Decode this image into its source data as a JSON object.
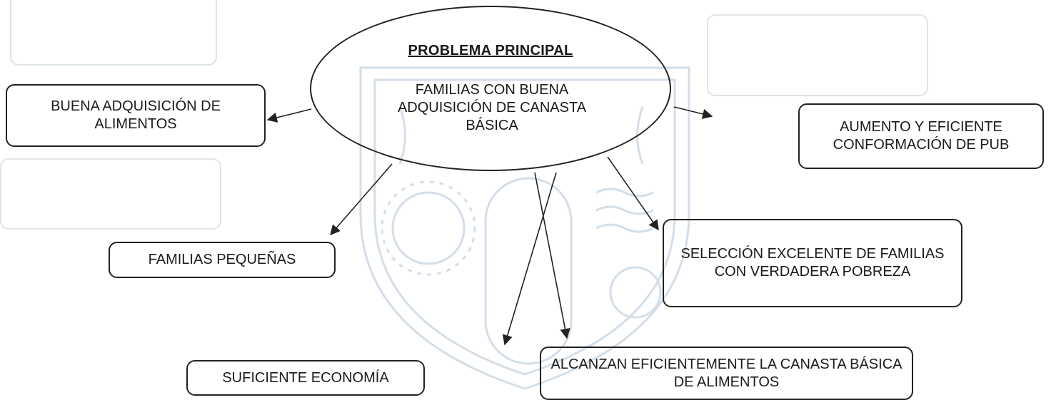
{
  "main_problem": {
    "title": "PROBLEMA PRINCIPAL",
    "text": "FAMILIAS CON BUENA ADQUISICIÓN DE CANASTA BÁSICA"
  },
  "boxes": {
    "buena_adquisicion": "BUENA ADQUISICIÓN DE ALIMENTOS",
    "aumento_eficiente": "AUMENTO Y EFICIENTE CONFORMACIÓN DE PUB",
    "familias_pequenas": "FAMILIAS PEQUEÑAS",
    "seleccion_excelente": "SELECCIÓN EXCELENTE DE FAMILIAS CON VERDADERA POBREZA",
    "suficiente_economia": "SUFICIENTE ECONOMÍA",
    "alcanzan_canasta": "ALCANZAN EFICIENTEMENTE LA CANASTA BÁSICA DE ALIMENTOS"
  },
  "colors": {
    "line": "#222222",
    "watermark": "#c9d7e6"
  }
}
